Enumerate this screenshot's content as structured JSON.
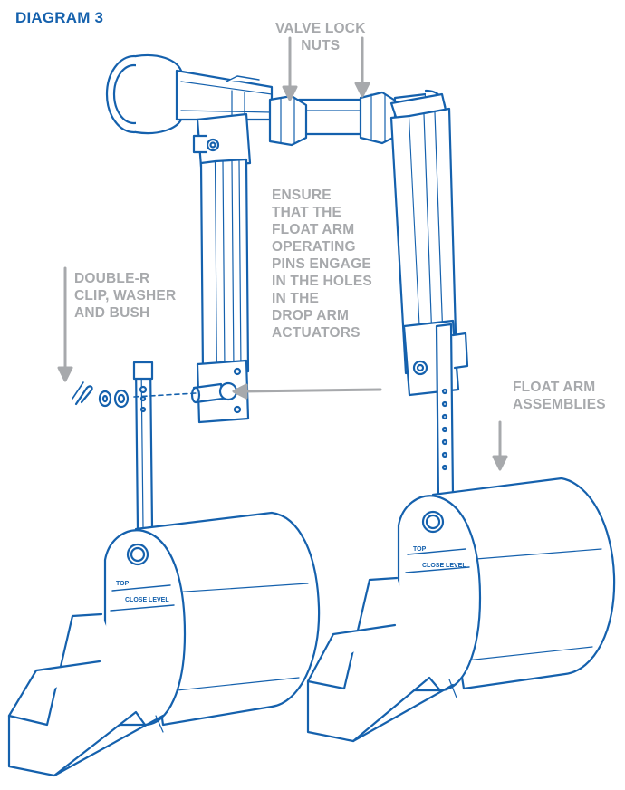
{
  "title": "DIAGRAM 3",
  "labels": {
    "valve_lock_nuts": [
      "VALVE LOCK",
      "NUTS"
    ],
    "ensure_pins": [
      "ENSURE",
      "THAT THE",
      "FLOAT ARM",
      "OPERATING",
      "PINS ENGAGE",
      "IN THE HOLES",
      "IN THE",
      "DROP ARM",
      "ACTUATORS"
    ],
    "double_r_clip": [
      "DOUBLE-R",
      "CLIP, WASHER",
      "AND BUSH"
    ],
    "float_arm_assemblies": [
      "FLOAT ARM",
      "ASSEMBLIES"
    ]
  },
  "float_markings": {
    "top": "TOP",
    "close_level": "CLOSE LEVEL"
  },
  "colors": {
    "line": "#1561ad",
    "label": "#a7a9ac",
    "title": "#1561ad",
    "fill": "#ffffff"
  }
}
